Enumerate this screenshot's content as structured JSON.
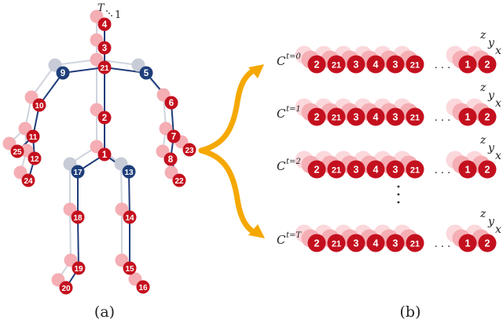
{
  "colors": {
    "joint": "#c4101e",
    "joint_ghost": "#f4aeb4",
    "joint_side": "#1f3f7a",
    "joint_side_ghost": "#c7ccd7",
    "bone": "#203c7a",
    "bone_ghost": "#cfd4de",
    "arrow": "#f5a800",
    "text": "#222222"
  },
  "panel_a": {
    "caption": "(a)",
    "time_labels": [
      "T",
      "1"
    ],
    "joint_labels": {
      "head": "4",
      "neck": "3",
      "spine_top": "21",
      "spine_mid": "2",
      "spine_base": "1",
      "shoulder_r": "9",
      "elbow_r": "10",
      "wrist_r": "11",
      "hand_r": "12",
      "thumb_r": "25",
      "handtip_r": "24",
      "shoulder_l": "5",
      "elbow_l": "6",
      "wrist_l": "7",
      "hand_l": "8",
      "thumb_l": "23",
      "handtip_l": "22",
      "hip_r": "17",
      "knee_r": "18",
      "ankle_r": "19",
      "foot_r": "20",
      "hip_l": "13",
      "knee_l": "14",
      "ankle_l": "15",
      "foot_l": "16"
    }
  },
  "panel_b": {
    "caption": "(b)",
    "sequence_labels": [
      "2",
      "21",
      "3",
      "4",
      "3",
      "21",
      "1",
      "2"
    ],
    "ellipsis": ". . .",
    "axes": [
      "z",
      "y",
      "x"
    ],
    "rows": [
      {
        "C": "C",
        "sup": "t=0"
      },
      {
        "C": "C",
        "sup": "t=1"
      },
      {
        "C": "C",
        "sup": "t=2"
      },
      {
        "C": "C",
        "sup": "t=T"
      }
    ],
    "vertical_ellipsis": "⋮"
  }
}
